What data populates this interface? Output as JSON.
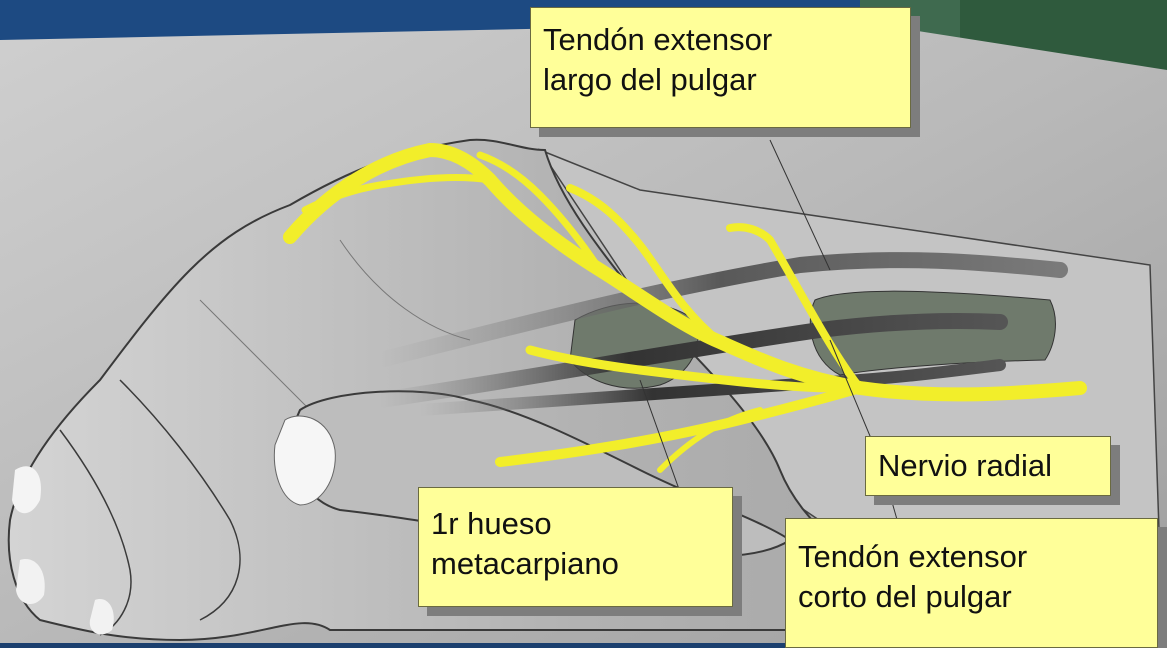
{
  "colors": {
    "background_blue": "#1b3f6e",
    "panel_gray": "#bdbdbd",
    "nerve_yellow": "#f2ee2a",
    "label_fill": "#ffff99",
    "label_shadow": "#7d7d7d",
    "tendon_dark": "#4a4a4a",
    "bone_green_gray": "#6f7a6c"
  },
  "labels": {
    "extensor_largo": [
      "Tendón extensor",
      "largo del pulgar"
    ],
    "nervio_radial": [
      "Nervio radial"
    ],
    "metacarpiano": [
      "1r hueso",
      "metacarpiano"
    ],
    "extensor_corto": [
      "Tendón extensor",
      "corto del pulgar"
    ]
  }
}
